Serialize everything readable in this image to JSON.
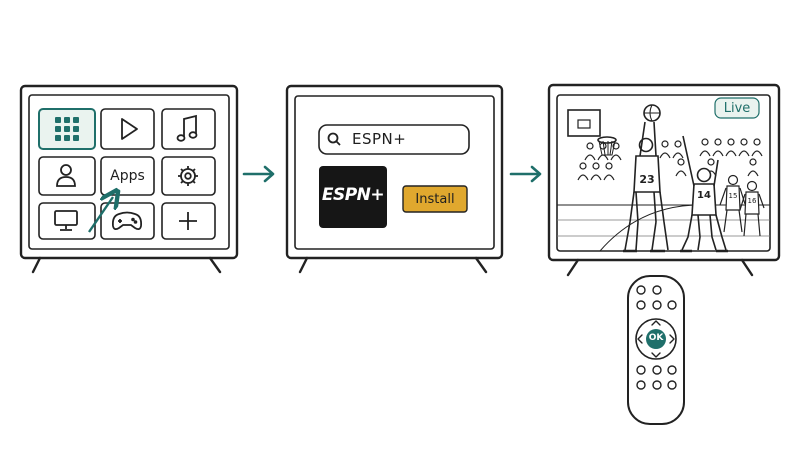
{
  "tv1": {
    "apps_tile_label": "Apps",
    "tiles": [
      "apps-grid-icon",
      "play-icon",
      "music-note-icon",
      "profile-icon",
      "apps",
      "settings-gear-icon",
      "tv-monitor-icon",
      "gamepad-icon",
      "plus-icon"
    ]
  },
  "tv2": {
    "search_query": "ESPN+",
    "app_logo_text": "ESPN+",
    "install_label": "Install"
  },
  "tv3": {
    "live_badge": "Live",
    "player_numbers": [
      "23",
      "14",
      "15",
      "16"
    ]
  },
  "remote": {
    "ok_label": "OK"
  },
  "colors": {
    "accent_teal": "#1f6f6a",
    "install_amber": "#e0a82e",
    "live_badge_bg": "#eaf3ef",
    "outline": "#222222"
  }
}
